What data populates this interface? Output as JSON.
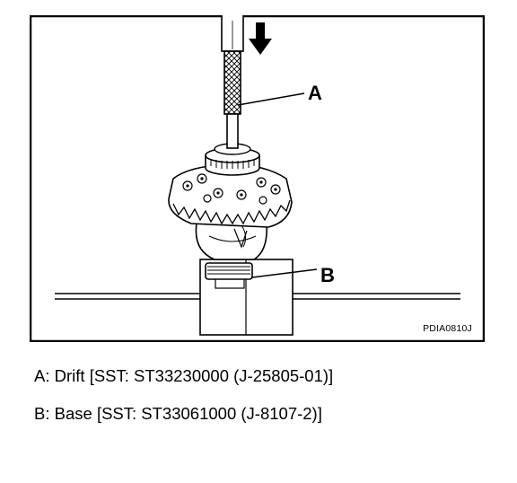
{
  "figure": {
    "callouts": {
      "a": "A",
      "b": "B"
    },
    "code": "PDIA0810J"
  },
  "captions": [
    {
      "prefix": "A: ",
      "name": "Drift",
      "sst": "[SST: ST33230000 (J-25805-01)]"
    },
    {
      "prefix": "B: ",
      "name": "Base",
      "sst": "[SST: ST33061000 (J-8107-2)]"
    }
  ],
  "icons": {
    "arrow": "down-arrow-icon"
  },
  "colors": {
    "ink": "#000000",
    "paper": "#ffffff"
  }
}
